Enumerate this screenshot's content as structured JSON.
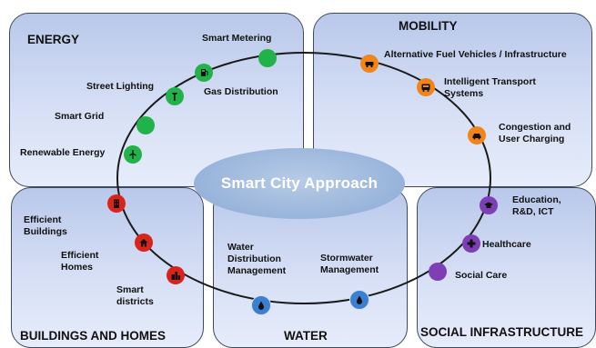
{
  "center_label": "Smart City Approach",
  "panels": {
    "energy": "ENERGY",
    "mobility": "MOBILITY",
    "buildings": "BUILDINGS AND HOMES",
    "water": "WATER",
    "social": "SOCIAL INFRASTRUCTURE"
  },
  "items": {
    "smart_metering": "Smart Metering",
    "gas_distribution": "Gas Distribution",
    "street_lighting": "Street Lighting",
    "smart_grid": "Smart Grid",
    "renewable_energy": "Renewable Energy",
    "alt_fuel": "Alternative Fuel Vehicles / Infrastructure",
    "its": "Intelligent Transport\nSystems",
    "congestion": "Congestion and\nUser Charging",
    "education": "Education,\nR&D, ICT",
    "healthcare": "Healthcare",
    "social_care": "Social Care",
    "efficient_buildings": "Efficient\nBuildings",
    "efficient_homes": "Efficient\nHomes",
    "smart_districts": "Smart\ndistricts",
    "water_distribution": "Water\nDistribution\nManagement",
    "stormwater": "Stormwater\nManagement"
  },
  "colors": {
    "energy": "#22b24c",
    "mobility": "#f0861a",
    "social": "#7e3fb6",
    "buildings": "#d9241c",
    "water": "#3c7fd0"
  },
  "icons": {
    "street_lighting": "street-lamp-icon",
    "gas_distribution": "gas-pump-icon",
    "renewable_energy": "wind-turbine-icon",
    "alt_fuel": "vehicle-icon",
    "its": "bus-icon",
    "congestion": "car-icon",
    "education": "graduation-icon",
    "healthcare": "medical-icon",
    "efficient_buildings": "building-icon",
    "efficient_homes": "house-icon",
    "smart_districts": "district-icon",
    "water_distribution": "water-drop-icon",
    "stormwater": "water-drop-icon"
  }
}
